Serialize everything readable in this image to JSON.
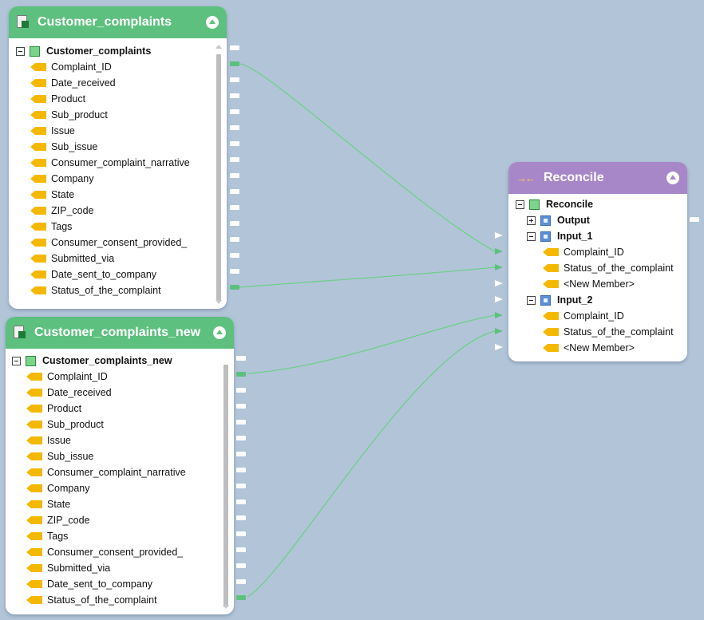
{
  "nodes": {
    "source1": {
      "title": "Customer_complaints",
      "root": "Customer_complaints",
      "fields": [
        "Complaint_ID",
        "Date_received",
        "Product",
        "Sub_product",
        "Issue",
        "Sub_issue",
        "Consumer_complaint_narrative",
        "Company",
        "State",
        "ZIP_code",
        "Tags",
        "Consumer_consent_provided_",
        "Submitted_via",
        "Date_sent_to_company",
        "Status_of_the_complaint"
      ],
      "icon": "excel-file-icon",
      "color": "#5dc07e"
    },
    "source2": {
      "title": "Customer_complaints_new",
      "root": "Customer_complaints_new",
      "fields": [
        "Complaint_ID",
        "Date_received",
        "Product",
        "Sub_product",
        "Issue",
        "Sub_issue",
        "Consumer_complaint_narrative",
        "Company",
        "State",
        "ZIP_code",
        "Tags",
        "Consumer_consent_provided_",
        "Submitted_via",
        "Date_sent_to_company",
        "Status_of_the_complaint"
      ],
      "icon": "excel-file-icon",
      "color": "#5dc07e"
    },
    "reconcile": {
      "title": "Reconcile",
      "root": "Reconcile",
      "output": "Output",
      "input1": {
        "label": "Input_1",
        "fields": [
          "Complaint_ID",
          "Status_of_the_complaint",
          "<New Member>"
        ]
      },
      "input2": {
        "label": "Input_2",
        "fields": [
          "Complaint_ID",
          "Status_of_the_complaint",
          "<New Member>"
        ]
      },
      "icon": "reconcile-arrows-icon",
      "color": "#a887c8"
    }
  },
  "connections": [
    {
      "from": "Customer_complaints.Complaint_ID",
      "to": "Reconcile.Input_1.Complaint_ID"
    },
    {
      "from": "Customer_complaints.Status_of_the_complaint",
      "to": "Reconcile.Input_1.Status_of_the_complaint"
    },
    {
      "from": "Customer_complaints_new.Complaint_ID",
      "to": "Reconcile.Input_2.Complaint_ID"
    },
    {
      "from": "Customer_complaints_new.Status_of_the_complaint",
      "to": "Reconcile.Input_2.Status_of_the_complaint"
    }
  ],
  "colors": {
    "canvas": "#b2c4d8",
    "link": "#5dc07e",
    "field_icon": "#f5b800"
  }
}
